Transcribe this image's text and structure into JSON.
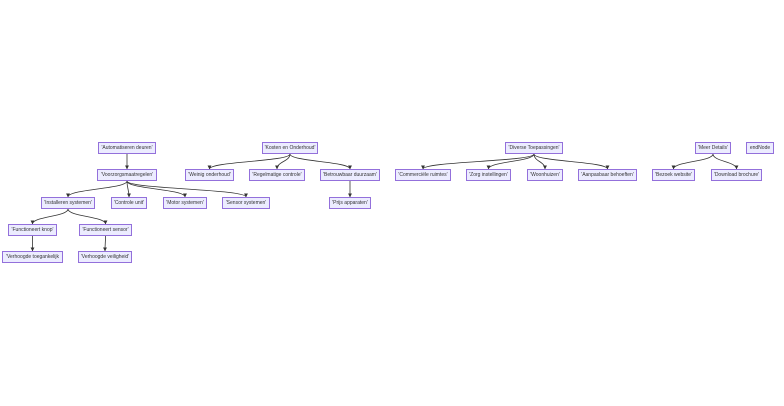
{
  "colors": {
    "node_fill": "#ececff",
    "node_border": "#9370db",
    "edge": "#333333",
    "text": "#333333"
  },
  "nodes": [
    {
      "id": "automatiseren",
      "label": "'Automatiseren deuren'"
    },
    {
      "id": "voorzorg",
      "label": "'Voorzorgsmaatregelen'"
    },
    {
      "id": "installeren",
      "label": "'Installeren systemen'"
    },
    {
      "id": "controle",
      "label": "'Controle unit'"
    },
    {
      "id": "motor",
      "label": "'Motor systemen'"
    },
    {
      "id": "sensor",
      "label": "'Sensor systemen'"
    },
    {
      "id": "knop",
      "label": "'Functioneert knop'"
    },
    {
      "id": "funcsensor",
      "label": "'Functioneert sensor'"
    },
    {
      "id": "toegank",
      "label": "'Verhoogde toegankelijk"
    },
    {
      "id": "veiligheid",
      "label": "'Verhoogde veiligheid'"
    },
    {
      "id": "kosten",
      "label": "'Kosten en Onderhoud'"
    },
    {
      "id": "weinig",
      "label": "'Weinig onderhoud'"
    },
    {
      "id": "regelmatig",
      "label": "'Regelmatige controle'"
    },
    {
      "id": "betrouwbaar",
      "label": "'Betrouwbaar duurzaam'"
    },
    {
      "id": "prijs",
      "label": "'Prijs apparaten'"
    },
    {
      "id": "diverse",
      "label": "'Diverse Toepassingen'"
    },
    {
      "id": "commercieel",
      "label": "'Commerciële ruimtes'"
    },
    {
      "id": "zorg",
      "label": "'Zorg instellingen'"
    },
    {
      "id": "woonhuizen",
      "label": "'Woonhuizen'"
    },
    {
      "id": "aanpasbaar",
      "label": "'Aanpasbaar behoeften'"
    },
    {
      "id": "meer",
      "label": "'Meer Details'"
    },
    {
      "id": "bezoek",
      "label": "'Bezoek website'"
    },
    {
      "id": "download",
      "label": "'Download brochure'"
    },
    {
      "id": "end",
      "label": "endNode"
    }
  ],
  "edges": [
    {
      "from": "automatiseren",
      "to": "voorzorg"
    },
    {
      "from": "voorzorg",
      "to": "installeren"
    },
    {
      "from": "voorzorg",
      "to": "controle"
    },
    {
      "from": "voorzorg",
      "to": "motor"
    },
    {
      "from": "voorzorg",
      "to": "sensor"
    },
    {
      "from": "installeren",
      "to": "knop"
    },
    {
      "from": "installeren",
      "to": "funcsensor"
    },
    {
      "from": "knop",
      "to": "toegank"
    },
    {
      "from": "funcsensor",
      "to": "veiligheid"
    },
    {
      "from": "kosten",
      "to": "weinig"
    },
    {
      "from": "kosten",
      "to": "regelmatig"
    },
    {
      "from": "kosten",
      "to": "betrouwbaar"
    },
    {
      "from": "betrouwbaar",
      "to": "prijs"
    },
    {
      "from": "diverse",
      "to": "commercieel"
    },
    {
      "from": "diverse",
      "to": "zorg"
    },
    {
      "from": "diverse",
      "to": "woonhuizen"
    },
    {
      "from": "diverse",
      "to": "aanpasbaar"
    },
    {
      "from": "meer",
      "to": "bezoek"
    },
    {
      "from": "meer",
      "to": "download"
    }
  ]
}
